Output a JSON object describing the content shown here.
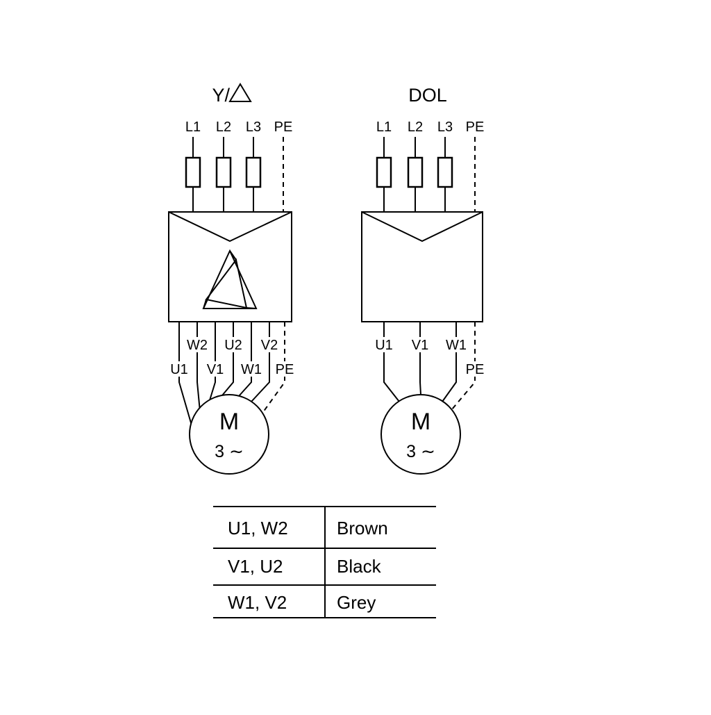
{
  "colors": {
    "line": "#000000",
    "background": "#ffffff"
  },
  "star_delta": {
    "title_prefix": "Y/",
    "inputs": [
      "L1",
      "L2",
      "L3",
      "PE"
    ],
    "outputs_top": [
      "W2",
      "U2",
      "V2"
    ],
    "outputs_bottom": [
      "U1",
      "V1",
      "W1",
      "PE"
    ],
    "motor": {
      "letter": "M",
      "phase": "3 ∼"
    }
  },
  "dol": {
    "title": "DOL",
    "inputs": [
      "L1",
      "L2",
      "L3",
      "PE"
    ],
    "outputs": [
      "U1",
      "V1",
      "W1"
    ],
    "pe_label": "PE",
    "motor": {
      "letter": "M",
      "phase": "3 ∼"
    }
  },
  "table": {
    "rows": [
      {
        "terminals": "U1, W2",
        "color": "Brown"
      },
      {
        "terminals": "V1, U2",
        "color": "Black"
      },
      {
        "terminals": "W1, V2",
        "color": "Grey"
      }
    ]
  }
}
